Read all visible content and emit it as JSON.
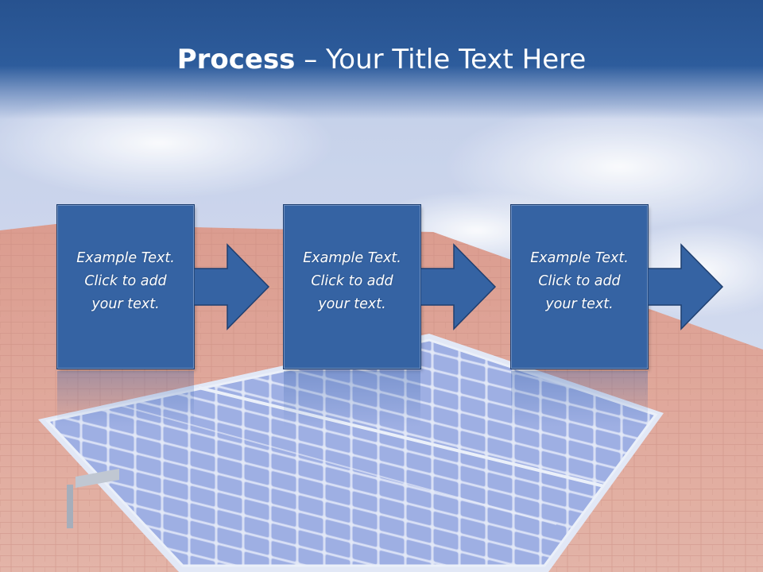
{
  "title": {
    "bold": "Process",
    "rest": " – Your Title Text Here"
  },
  "steps": [
    {
      "line1": "Example Text.",
      "line2": "Click  to add",
      "line3": "your text."
    },
    {
      "line1": "Example Text.",
      "line2": "Click  to add",
      "line3": "your text."
    },
    {
      "line1": "Example Text.",
      "line2": "Click  to add",
      "line3": "your text."
    }
  ],
  "colors": {
    "title_band": "#27528f",
    "box_fill": "#3563a3",
    "box_border": "#1f3f70",
    "roof": "#d99a8c",
    "panel": "#8ea2e0"
  },
  "icons": [
    "arrow-right-icon",
    "arrow-right-icon",
    "arrow-right-icon"
  ]
}
